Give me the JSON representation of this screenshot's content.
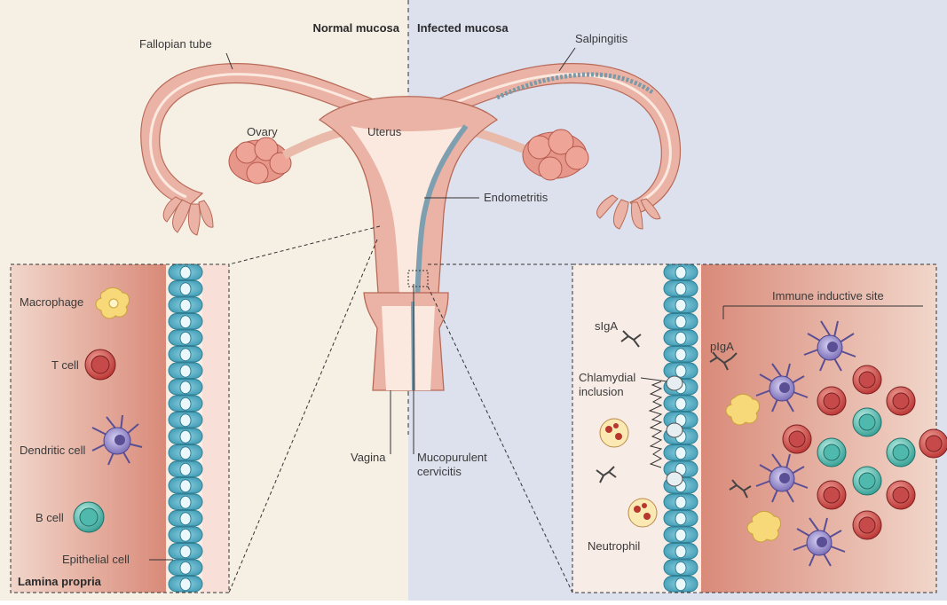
{
  "headers": {
    "normal": "Normal mucosa",
    "infected": "Infected mucosa"
  },
  "labels": {
    "fallopian_tube": "Fallopian tube",
    "ovary": "Ovary",
    "uterus": "Uterus",
    "salpingitis": "Salpingitis",
    "endometritis": "Endometritis",
    "vagina": "Vagina",
    "mucopurulent_1": "Mucopurulent",
    "mucopurulent_2": "cervicitis"
  },
  "left_panel": {
    "macrophage": "Macrophage",
    "t_cell": "T cell",
    "dendritic_cell": "Dendritic cell",
    "b_cell": "B cell",
    "epithelial_cell": "Epithelial cell",
    "lamina_propria": "Lamina propria"
  },
  "right_panel": {
    "immune_site": "Immune inductive site",
    "siga": "sIgA",
    "piga": "pIgA",
    "chlamydial_1": "Chlamydial",
    "chlamydial_2": "inclusion",
    "neutrophil": "Neutrophil"
  },
  "colors": {
    "normal_bg": "#f6efe4",
    "infected_bg": "#dde1ee",
    "tissue": "#eab3a5",
    "tissue_dark": "#c9735f",
    "lumen": "#fbe9e0",
    "epithelium": "#5fb3c9",
    "t_cell": "#c74a4a",
    "b_cell": "#4fb9ad",
    "dendritic": "#8a7fc0",
    "macrophage": "#f7d97a"
  }
}
